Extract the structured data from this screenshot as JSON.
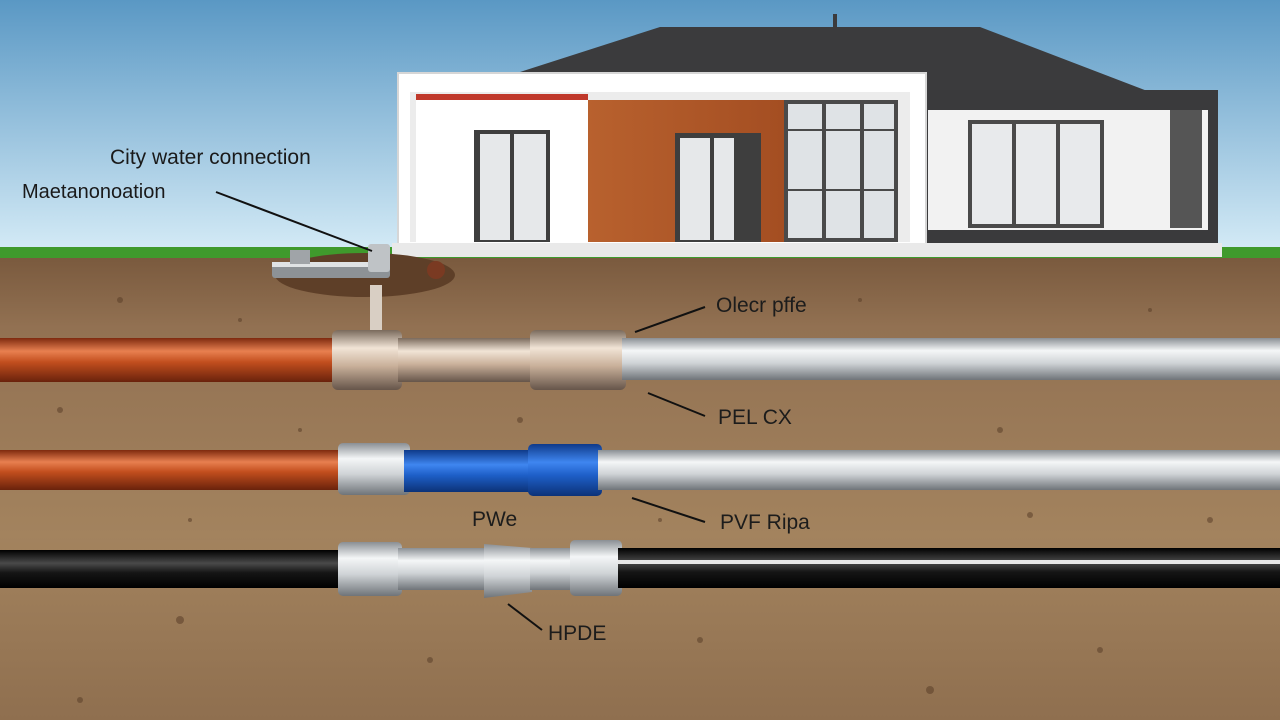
{
  "labels": {
    "city_water": "City water connection",
    "main_connection": "Maetanonoation",
    "copper_pipe": "Olecr pffe",
    "pex": "PEL CX",
    "pvc_pipe": "PVF Ripa",
    "pwe": "PWe",
    "hdpe": "HPDE"
  },
  "colors": {
    "sky_top": "#5a98c4",
    "sky_bottom": "#d6ecf7",
    "grass": "#3f9a2c",
    "soil": "#8c6c4c",
    "copper": "#c25a28",
    "pex_blue": "#1e5fc8",
    "hdpe_black": "#141414",
    "roof": "#3b3b3d",
    "wood": "#b35a2a"
  },
  "icons": [
    "house-icon",
    "water-meter-icon",
    "coupling-icon"
  ]
}
